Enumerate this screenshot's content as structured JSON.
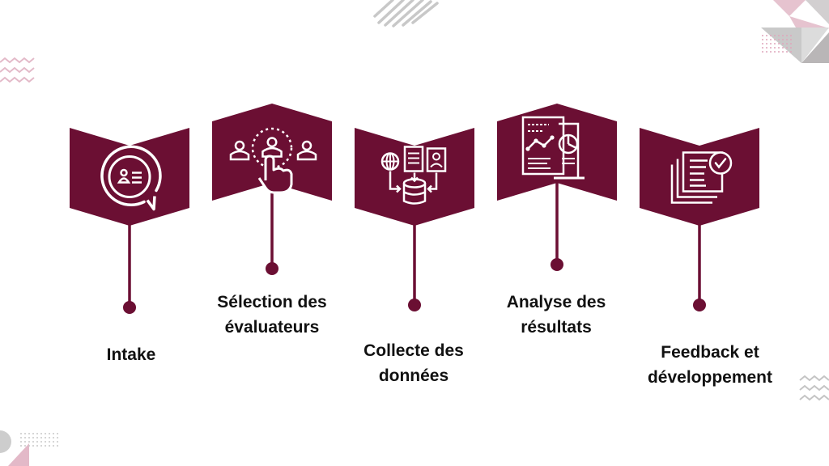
{
  "colors": {
    "accent": "#6b0f33",
    "pink": "#e3b9c8",
    "gray": "#c4c4c4"
  },
  "steps": [
    {
      "icon": "chat-profile-icon",
      "lines": [
        "Intake"
      ]
    },
    {
      "icon": "hand-select-person-icon",
      "lines": [
        "Sélection des",
        "évaluateurs"
      ]
    },
    {
      "icon": "data-collection-icon",
      "lines": [
        "Collecte des",
        "données"
      ]
    },
    {
      "icon": "analytics-report-icon",
      "lines": [
        "Analyse des",
        "résultats"
      ]
    },
    {
      "icon": "documents-check-icon",
      "lines": [
        "Feedback et",
        "développement"
      ]
    }
  ]
}
